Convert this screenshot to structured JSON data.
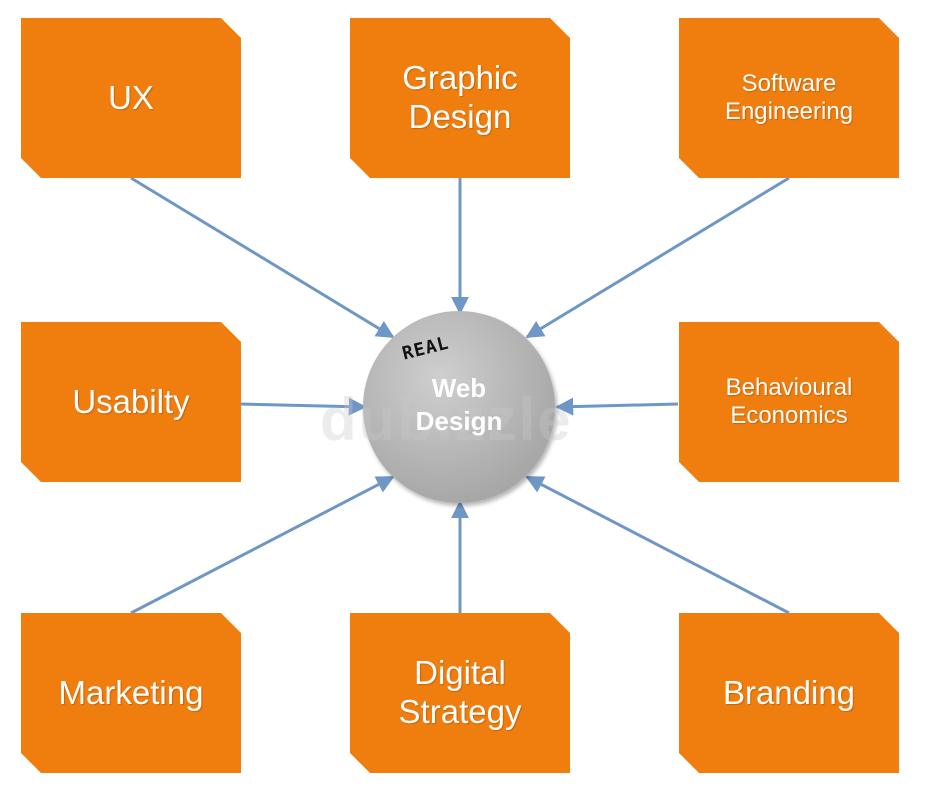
{
  "diagram": {
    "center": {
      "tag": "REAL",
      "line1": "Web",
      "line2": "Design"
    },
    "nodes": {
      "ux": {
        "line1": "UX"
      },
      "graphic_design": {
        "line1": "Graphic",
        "line2": "Design"
      },
      "software_engineering": {
        "line1": "Software",
        "line2": "Engineering"
      },
      "usability": {
        "line1": "Usabilty"
      },
      "behavioural_economics": {
        "line1": "Behavioural",
        "line2": "Economics"
      },
      "marketing": {
        "line1": "Marketing"
      },
      "digital_strategy": {
        "line1": "Digital",
        "line2": "Strategy"
      },
      "branding": {
        "line1": "Branding"
      }
    },
    "watermark": "dubizzle",
    "colors": {
      "node_fill": "#f07e0f",
      "node_text": "#ffffff",
      "hub_fill": "#b5b5b5",
      "arrow": "#6f97c6"
    }
  }
}
